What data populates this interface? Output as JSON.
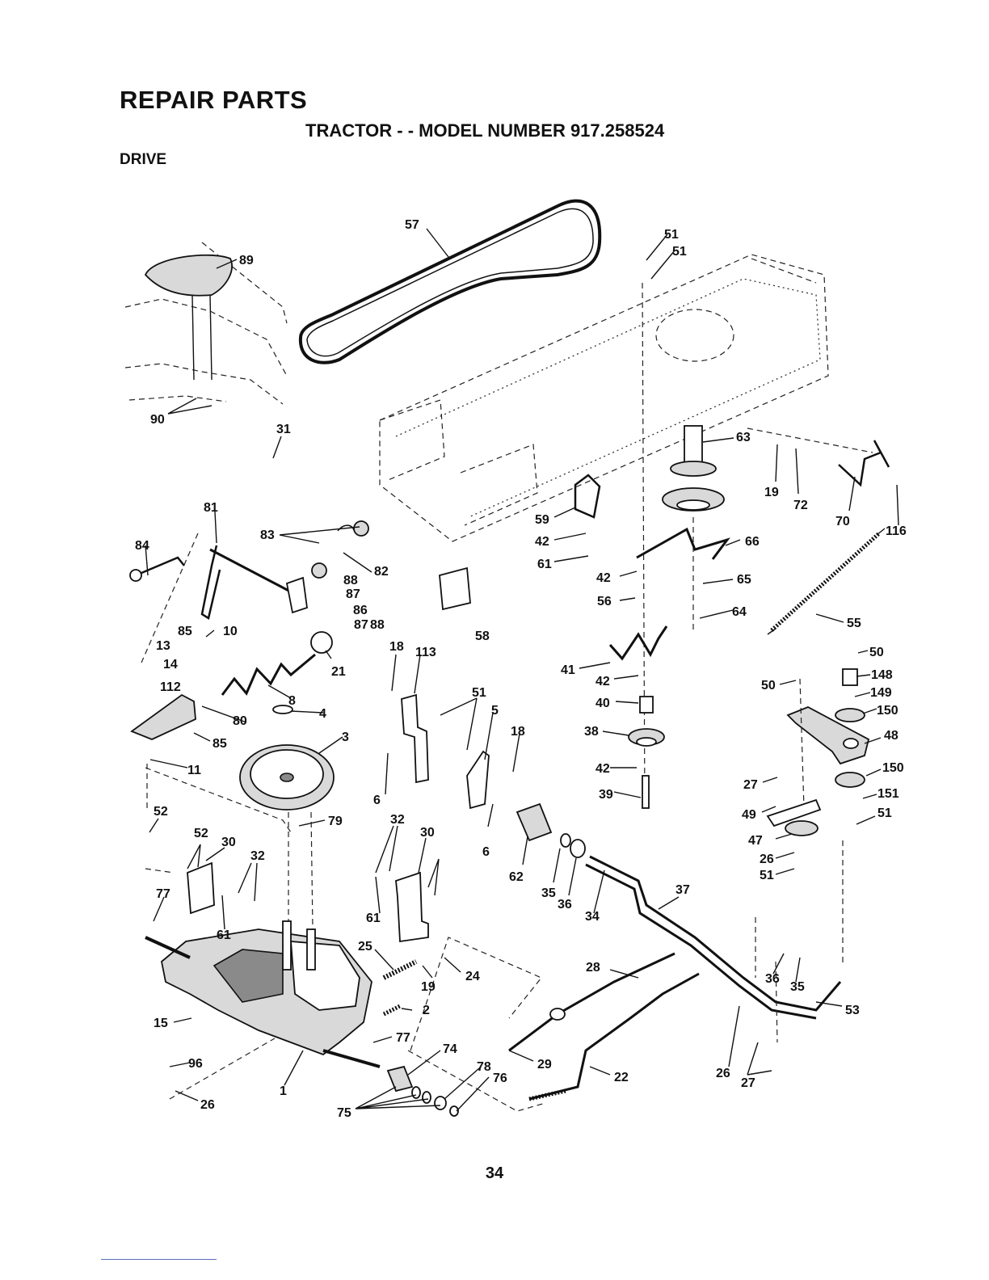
{
  "header": {
    "title": "REPAIR PARTS",
    "subtitle": "TRACTOR - - MODEL NUMBER 917.258524",
    "section": "DRIVE"
  },
  "page_number": "34",
  "callouts": [
    "57",
    "51",
    "51",
    "89",
    "63",
    "19",
    "72",
    "70",
    "116",
    "90",
    "31",
    "81",
    "83",
    "84",
    "82",
    "88",
    "87",
    "86",
    "87",
    "88",
    "59",
    "42",
    "61",
    "66",
    "42",
    "65",
    "56",
    "64",
    "55",
    "58",
    "85",
    "10",
    "13",
    "14",
    "21",
    "18",
    "113",
    "112",
    "8",
    "41",
    "42",
    "50",
    "148",
    "50",
    "149",
    "150",
    "40",
    "80",
    "4",
    "85",
    "51",
    "5",
    "18",
    "38",
    "3",
    "48",
    "11",
    "42",
    "150",
    "27",
    "39",
    "151",
    "6",
    "6",
    "52",
    "49",
    "51",
    "79",
    "32",
    "30",
    "52",
    "30",
    "32",
    "47",
    "62",
    "35",
    "26",
    "36",
    "37",
    "77",
    "51",
    "61",
    "61",
    "34",
    "25",
    "24",
    "19",
    "28",
    "36",
    "35",
    "53",
    "2",
    "15",
    "77",
    "74",
    "96",
    "78",
    "76",
    "29",
    "22",
    "26",
    "27",
    "1",
    "26",
    "75"
  ]
}
